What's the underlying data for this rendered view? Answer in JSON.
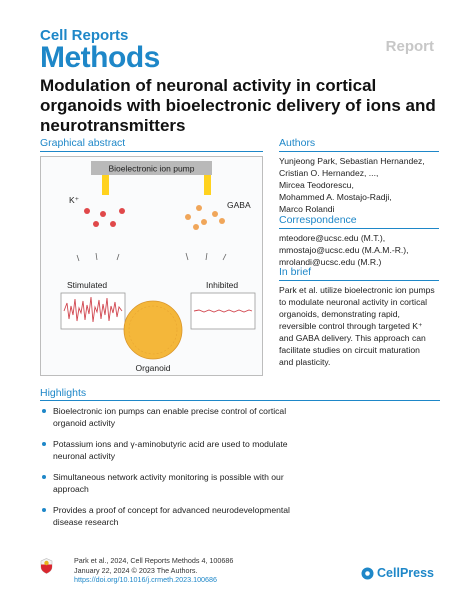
{
  "journal": {
    "line1": "Cell Reports",
    "line2": "Methods"
  },
  "article_type": "Report",
  "title": "Modulation of neuronal activity in cortical organoids with bioelectronic delivery of ions and neurotransmitters",
  "graphical_abstract": {
    "heading": "Graphical abstract",
    "pump_label": "Bioelectronic ion pump",
    "left_ion": "K⁺",
    "right_ion": "GABA",
    "left_state": "Stimulated",
    "right_state": "Inhibited",
    "center_label": "Organoid",
    "colors": {
      "potassium": "#e0484a",
      "gaba": "#f0a65a",
      "organoid": "#f4b73a",
      "electrode": "#ffd21e",
      "trace": "#d1464f"
    }
  },
  "authors": {
    "heading": "Authors",
    "lines": [
      "Yunjeong Park, Sebastian Hernandez,",
      "Cristian O. Hernandez, ...,",
      "Mircea Teodorescu,",
      "Mohammed A. Mostajo-Radji,",
      "Marco Rolandi"
    ]
  },
  "correspondence": {
    "heading": "Correspondence",
    "lines": [
      "mteodore@ucsc.edu (M.T.),",
      "mmostajo@ucsc.edu (M.A.M.-R.),",
      "mrolandi@ucsc.edu (M.R.)"
    ]
  },
  "in_brief": {
    "heading": "In brief",
    "lines": [
      "Park et al. utilize bioelectronic ion pumps",
      "to modulate neuronal activity in cortical",
      "organoids, demonstrating rapid,",
      "reversible control through targeted K⁺",
      "and GABA delivery. This approach can",
      "facilitate studies on circuit maturation",
      "and plasticity."
    ]
  },
  "highlights": {
    "heading": "Highlights",
    "items": [
      "Bioelectronic ion pumps can enable precise control of cortical organoid activity",
      "Potassium ions and γ-aminobutyric acid are used to modulate neuronal activity",
      "Simultaneous network activity monitoring is possible with our approach",
      "Provides a proof of concept for advanced neurodevelopmental disease research"
    ]
  },
  "footer": {
    "line1": "Park et al., 2024, Cell Reports Methods 4, 100686",
    "line2": "January 22, 2024 © 2023 The Authors.",
    "doi": "https://doi.org/10.1016/j.crmeth.2023.100686",
    "publisher": "CellPress"
  }
}
